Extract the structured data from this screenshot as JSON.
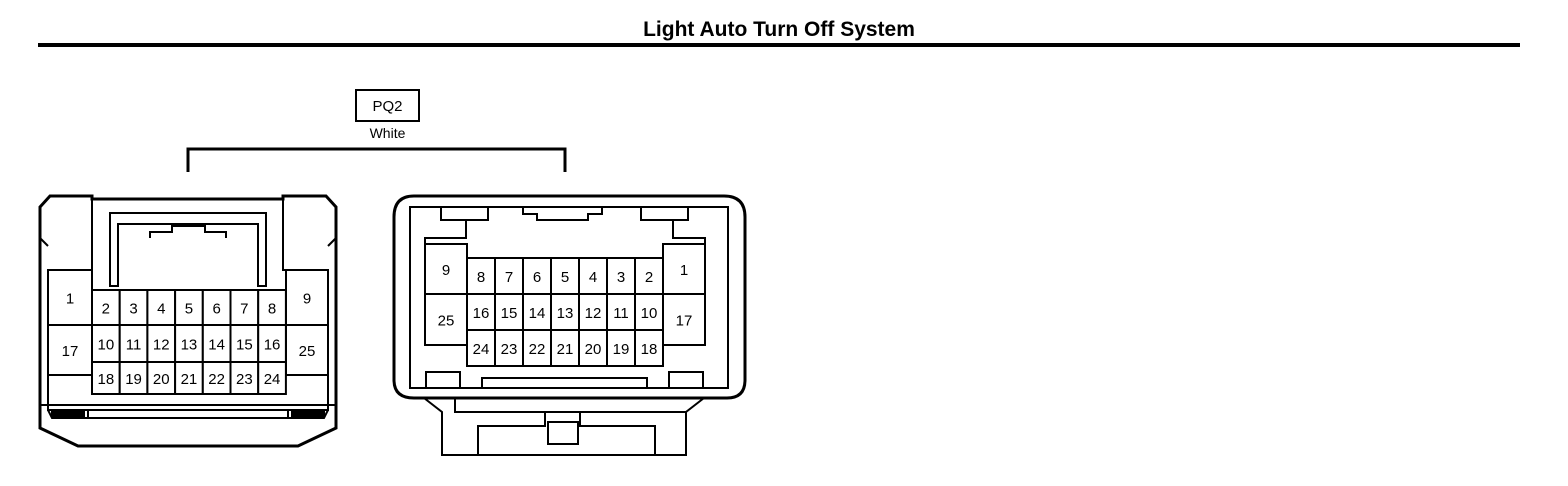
{
  "title": "Light Auto Turn Off System",
  "connector": {
    "code": "PQ2",
    "color": "White",
    "left_view": {
      "side_top": "1",
      "side_bottom": "17",
      "right_top": "9",
      "right_bottom": "25",
      "row1": [
        "2",
        "3",
        "4",
        "5",
        "6",
        "7",
        "8"
      ],
      "row2": [
        "10",
        "11",
        "12",
        "13",
        "14",
        "15",
        "16"
      ],
      "row3": [
        "18",
        "19",
        "20",
        "21",
        "22",
        "23",
        "24"
      ]
    },
    "right_view": {
      "side_left_top": "9",
      "side_left_bottom": "25",
      "side_right_top": "1",
      "side_right_bottom": "17",
      "row1": [
        "8",
        "7",
        "6",
        "5",
        "4",
        "3",
        "2"
      ],
      "row2": [
        "16",
        "15",
        "14",
        "13",
        "12",
        "11",
        "10"
      ],
      "row3": [
        "24",
        "23",
        "22",
        "21",
        "20",
        "19",
        "18"
      ]
    }
  }
}
